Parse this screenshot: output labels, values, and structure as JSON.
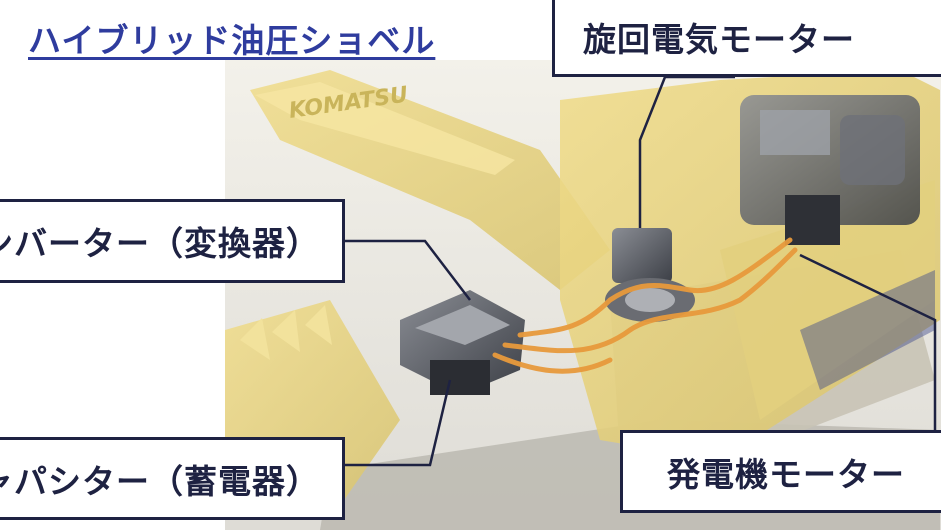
{
  "title": "ハイブリッド油圧ショベル",
  "brand": "KOMATSU",
  "labels": {
    "swing_motor": "旋回電気モーター",
    "inverter": "インバーター（変換器）",
    "capacitor": "キャパシター（蓄電器）",
    "generator": "発電機モーター"
  },
  "colors": {
    "title": "#2f3c9e",
    "label_border": "#1e2242",
    "machine_yellow": "#e9d27c",
    "cable_orange": "#e89a3c"
  }
}
